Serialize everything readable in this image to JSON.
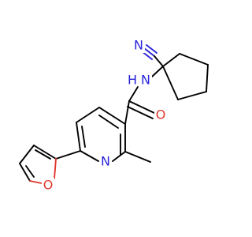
{
  "molecule": {
    "atoms": {
      "cyano_nitrogen": "N",
      "amide_nitrogen": "N",
      "amide_hydrogen": "H",
      "carbonyl_oxygen": "O",
      "pyridine_nitrogen": "N",
      "furan_oxygen": "O"
    },
    "colors": {
      "carbon_bond": "#000000",
      "nitrogen": "#2a24d8",
      "oxygen": "#e03a2f",
      "background": "#ffffff"
    }
  }
}
